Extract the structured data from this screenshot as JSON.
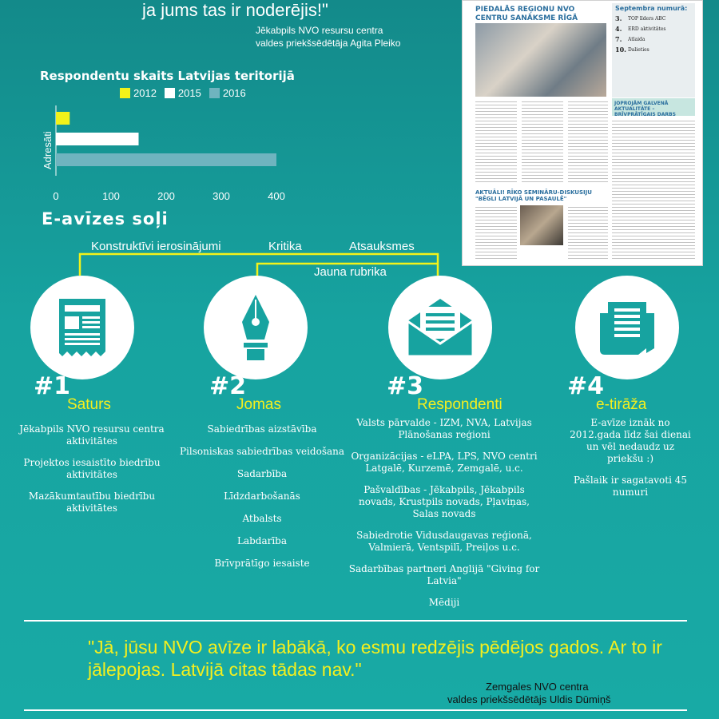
{
  "top_quote": {
    "text": "ja jums tas ir noderējis!\"",
    "author_line1": "Jēkabpils NVO resursu centra",
    "author_line2": "valdes priekšsēdētāja Agita Pleiko"
  },
  "chart_data": {
    "type": "bar",
    "orientation": "horizontal",
    "title": "Respondentu skaits Latvijas teritorijā",
    "categories": [
      "Adresāti"
    ],
    "series": [
      {
        "name": "2012",
        "values": [
          25
        ],
        "color": "#f2f21a"
      },
      {
        "name": "2015",
        "values": [
          150
        ],
        "color": "#ffffff"
      },
      {
        "name": "2016",
        "values": [
          400
        ],
        "color": "#6fb4bf"
      }
    ],
    "xlim": [
      0,
      400
    ],
    "xticks": [
      "0",
      "100",
      "200",
      "300",
      "400"
    ],
    "legend_position": "top"
  },
  "newsletter": {
    "headline": "PIEDALĀS REĢIONU NVO CENTRU SANĀKSME RĪGĀ",
    "sidebar_title": "Septembra numurā:",
    "sidebar_items": [
      {
        "num": "3.",
        "text": "TOP līders ABC"
      },
      {
        "num": "4.",
        "text": "ERD aktivitātes"
      },
      {
        "num": "7.",
        "text": "Atlaida"
      },
      {
        "num": "10.",
        "text": "Dalieties"
      }
    ],
    "box_title": "JOPROJĀM GALVENĀ AKTUALITĀTE – BRĪVPRĀTĪGAIS DARBS",
    "headline2": "AKTUĀLI! RĪKO SEMINĀRU-DISKUSIJU \"BĒGLI LATVIJĀ UN PASAULĒ\""
  },
  "steps": {
    "title": "E-avīzes soļi",
    "bracket_labels": [
      "Konstruktīvi ierosinājumi",
      "Kritika",
      "Atsauksmes",
      "Jauna rubrika"
    ],
    "items": [
      {
        "num": "#1",
        "head": "Saturs",
        "icon": "newspaper-icon",
        "lines": [
          "Jēkabpils NVO resursu centra aktivitātes",
          "Projektos iesaistīto biedrību aktivitātes",
          "Mazākumtautību biedrību aktivitātes"
        ]
      },
      {
        "num": "#2",
        "head": "Jomas",
        "icon": "fountain-pen-icon",
        "lines": [
          "Sabiedrības aizstāvība",
          "Pilsoniskas sabiedrības veidošana",
          "Sadarbība",
          "Līdzdarbošanās",
          "Atbalsts",
          "Labdarība",
          "Brīvprātīgo iesaiste"
        ]
      },
      {
        "num": "#3",
        "head": "Respondenti",
        "icon": "envelope-icon",
        "lines": [
          "Valsts pārvalde - IZM, NVA, Latvijas Plānošanas reģioni",
          "Organizācijas - eLPA, LPS, NVO centri Latgalē, Kurzemē, Zemgalē, u.c.",
          "Pašvaldības - Jēkabpils, Jēkabpils novads, Krustpils novads, Pļaviņas, Salas novads",
          "Sabiedrotie Vidusdaugavas reģionā, Valmierā, Ventspilī, Preiļos u.c.",
          "Sadarbības partneri Anglijā \"Giving for Latvia\"",
          "Mēdiji"
        ]
      },
      {
        "num": "#4",
        "head": "e-tirāža",
        "icon": "newspaper-stack-icon",
        "lines": [
          "E-avīze iznāk no 2012.gada līdz šai dienai un vēl nedaudz uz priekšu :)",
          "Pašlaik ir sagatavoti 45 numuri"
        ]
      }
    ]
  },
  "bottom_quote": {
    "text": "\"Jā, jūsu NVO avīze ir labākā, ko esmu redzējis pēdējos gados. Ar to ir jālepojas. Latvijā citas tādas nav.\"",
    "author_line1": "Zemgales NVO centra",
    "author_line2": "valdes priekšsēdētājs Uldis Dūmiņš"
  },
  "colors": {
    "background": "#17a3a0",
    "accent_yellow": "#f4ef1e",
    "bracket_yellow": "#f2f21a"
  }
}
